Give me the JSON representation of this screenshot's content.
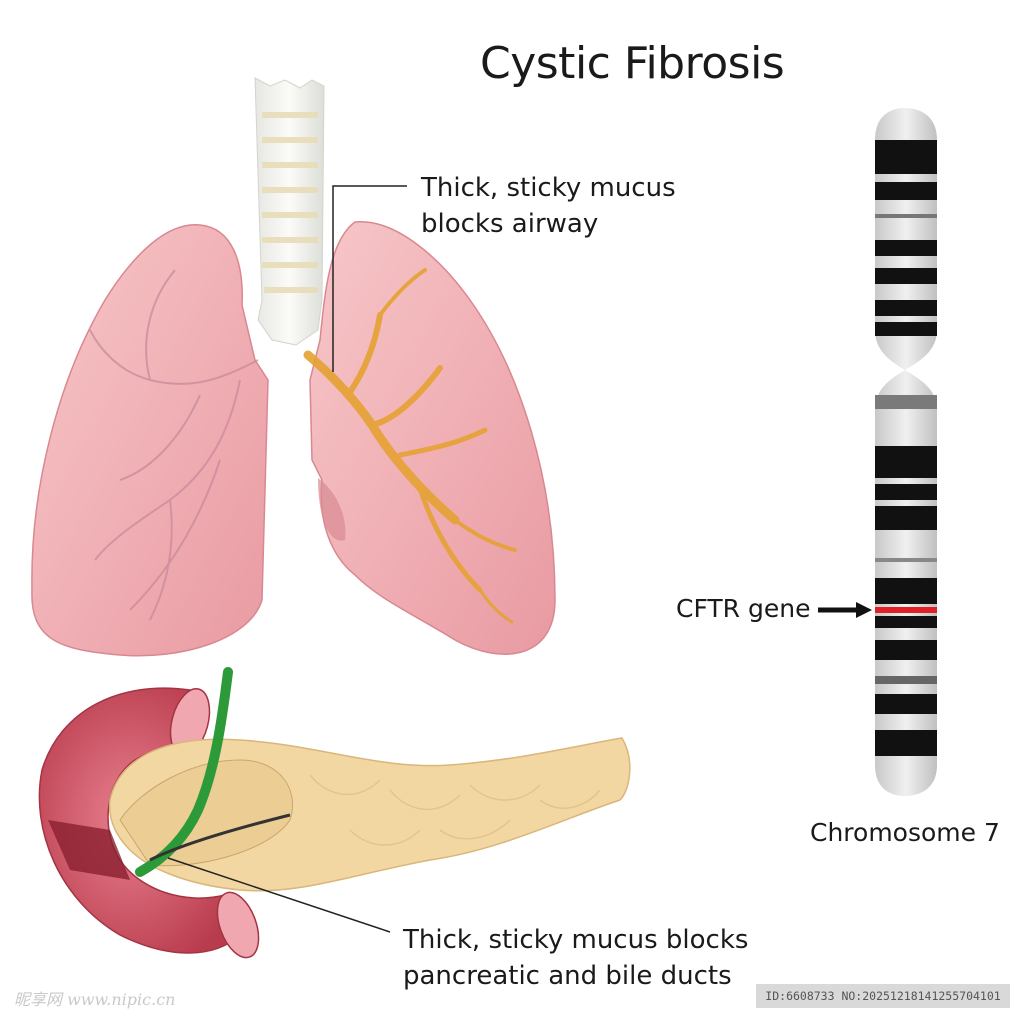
{
  "title": "Cystic Fibrosis",
  "labels": {
    "lung_line1": "Thick, sticky mucus",
    "lung_line2": "blocks airway",
    "pancreas_line1": "Thick, sticky mucus blocks",
    "pancreas_line2": "pancreatic and bile ducts",
    "cftr": "CFTR gene",
    "chromosome": "Chromosome 7"
  },
  "watermark": {
    "left": "昵享网 www.nipic.cn",
    "right": "ID:6608733 NO:20251218141255704101"
  },
  "colors": {
    "lung": "#efaab0",
    "mucus": "#e5a233",
    "pancreas": "#f2d7a2",
    "duodenum": "#c94a5a",
    "bile_duct": "#2d9a39",
    "chromosome_band": "#111111",
    "cftr_band": "#e11f26"
  }
}
